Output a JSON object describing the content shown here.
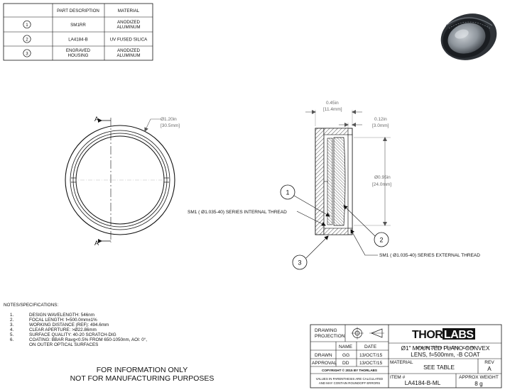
{
  "bom": {
    "headers": [
      "PART DESCRIPTION",
      "MATERIAL"
    ],
    "rows": [
      {
        "item": "1",
        "description": "SM1RR",
        "material_l1": "ANODIZED",
        "material_l2": "ALUMINUM"
      },
      {
        "item": "2",
        "description": "LA4184-B",
        "material_l1": "UV FUSED SILICA",
        "material_l2": ""
      },
      {
        "item": "3",
        "description_l1": "ENGRAVED",
        "description_l2": "HOUSING",
        "material_l1": "ANODIZED",
        "material_l2": "ALUMINUM"
      }
    ]
  },
  "front_view": {
    "section_label_top": "A",
    "section_label_bottom": "A",
    "diameter_in": "Ø1.20in",
    "diameter_mm": "[30.5mm]"
  },
  "section_view": {
    "width_in": "0.45in",
    "width_mm": "[11.4mm]",
    "lip_in": "0.12in",
    "lip_mm": "[3.0mm]",
    "aperture_in": "Ø0.95in",
    "aperture_mm": "[24.0mm]",
    "thread_internal": "SM1 ( Ø1.035-40) SERIES INTERNAL THREAD",
    "thread_external": "SM1 ( Ø1.035-40) SERIES EXTERNAL THREAD",
    "callouts": [
      "1",
      "2",
      "3"
    ]
  },
  "notes": {
    "heading": "NOTES/SPECIFICATIONS:",
    "items": [
      {
        "num": "1.",
        "text": "DESIGN WAVELENGTH: 546nm"
      },
      {
        "num": "2.",
        "text": "FOCAL LENGTH: f=500.0mm±1%"
      },
      {
        "num": "3.",
        "text": "WORKING DISTANCE (REF): 494.6mm"
      },
      {
        "num": "4.",
        "text": "CLEAR APERTURE: >Ø22.86mm"
      },
      {
        "num": "5.",
        "text": "SURFACE QUALITY: 40-20 SCRATCH-DIG"
      },
      {
        "num": "6.",
        "text": "COATING: BBAR Ravg<0.5% FROM 650-1050nm, AOI: 0°,",
        "text2": "ON OUTER OPTICAL SURFACES"
      }
    ]
  },
  "disclaimer": {
    "line1": "FOR INFORMATION ONLY",
    "line2": "NOT FOR MANUFACTURING PURPOSES"
  },
  "title_block": {
    "projection_l1": "DRAWING",
    "projection_l2": "PROJECTION",
    "logo_bold": "THOR",
    "logo_light": "LABS",
    "website": "w w w . t h o r l a b s . c o m",
    "name_header": "NAME",
    "date_header": "DATE",
    "drawn_label": "DRAWN",
    "drawn_name": "GG",
    "drawn_date": "13/OCT/15",
    "approval_label": "APPROVAL",
    "approval_name": "DD",
    "approval_date": "13/OCT/15",
    "title_l1": "Ø1\" MOUNTED PLANO-CONVEX",
    "title_l2": "LENS, f=500mm, -B COAT",
    "material_label": "MATERIAL",
    "material_value": "SEE TABLE",
    "rev_label": "REV",
    "rev_value": "A",
    "copyright": "COPYRIGHT © 2015 BY THORLABS",
    "values_note_l1": "VALUES IN PARENTHESIS ARE CALCULATED",
    "values_note_l2": "AND MAY CONTAIN ROUNDOFF ERRORS",
    "item_label": "ITEM #",
    "item_value": "LA4184-B-ML",
    "weight_label": "APPROX WEIGHT",
    "weight_value": "8 g"
  }
}
